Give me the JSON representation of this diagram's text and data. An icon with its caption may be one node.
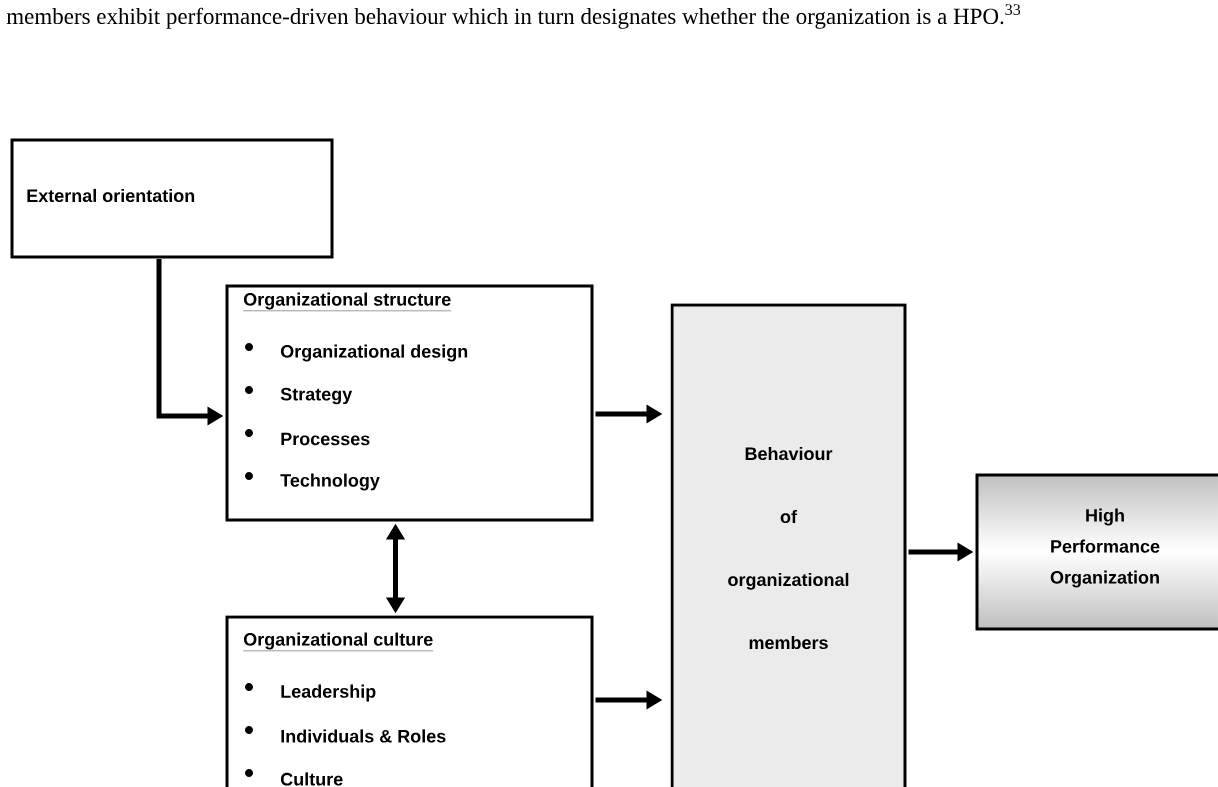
{
  "diagram": {
    "nodes": [
      {
        "text": [
          "External orientation"
        ]
      },
      {
        "text": [
          "Organizational structure",
          "Organizational design",
          "Strategy",
          "Processes",
          "Technology"
        ]
      },
      {
        "text": [
          "Organizational culture",
          "Leadership",
          "Individuals & Roles",
          "Culture"
        ]
      },
      {
        "text": [
          "Behaviour of organizational members"
        ]
      },
      {
        "text": [
          "High Performance Organization"
        ]
      }
    ],
    "edges": [
      {
        "from": 0,
        "to": 1,
        "arrow": "to"
      },
      {
        "from": 1,
        "to": 3,
        "arrow": "to"
      },
      {
        "from": 1,
        "to": 2,
        "arrow": "both"
      },
      {
        "from": 2,
        "to": 3,
        "arrow": "to"
      },
      {
        "from": 3,
        "to": 4,
        "arrow": "to"
      }
    ],
    "labels": [
      "members exhibit performance-driven behaviour which in turn designates whether the organization is a HPO.$^{33}$"
    ]
  }
}
